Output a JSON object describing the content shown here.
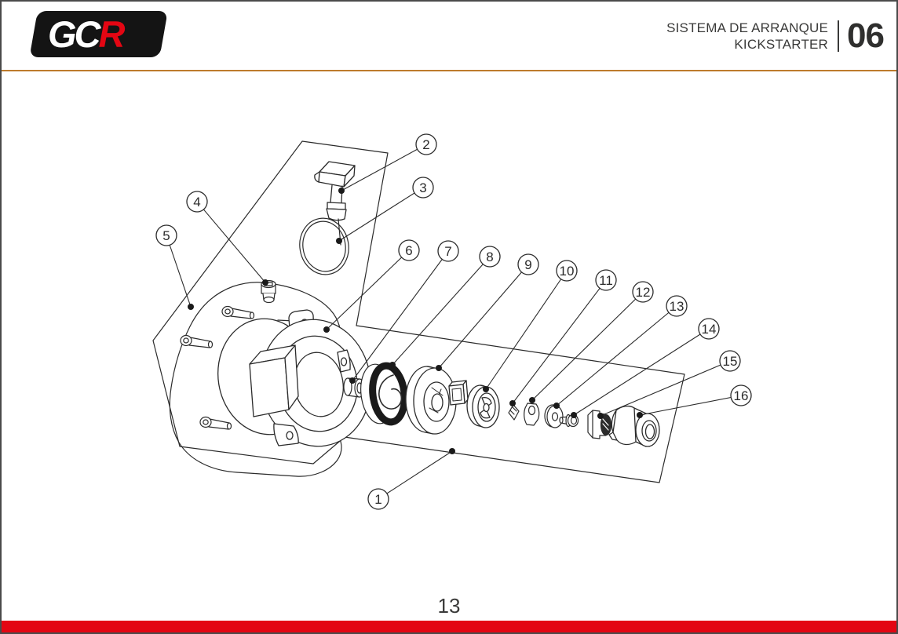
{
  "header": {
    "logo": {
      "part1": "GC",
      "part2": "R",
      "bg_color": "#141414",
      "part1_color": "#ffffff",
      "part2_color": "#e30613"
    },
    "title_line1": "SISTEMA DE ARRANQUE",
    "title_line2": "KICKSTARTER",
    "section_number": "06",
    "rule_color": "#bd7b2c",
    "text_color": "#3a3a39"
  },
  "footer": {
    "page_number": "13",
    "bar_color": "#e30613"
  },
  "diagram": {
    "type": "exploded-parts-diagram",
    "subject": "kickstarter assembly",
    "line_color": "#2b2b2b",
    "callouts": [
      {
        "label": "1"
      },
      {
        "label": "2"
      },
      {
        "label": "3"
      },
      {
        "label": "4"
      },
      {
        "label": "5"
      },
      {
        "label": "6"
      },
      {
        "label": "7"
      },
      {
        "label": "8"
      },
      {
        "label": "9"
      },
      {
        "label": "10"
      },
      {
        "label": "11"
      },
      {
        "label": "12"
      },
      {
        "label": "13"
      },
      {
        "label": "14"
      },
      {
        "label": "15"
      },
      {
        "label": "16"
      }
    ]
  }
}
